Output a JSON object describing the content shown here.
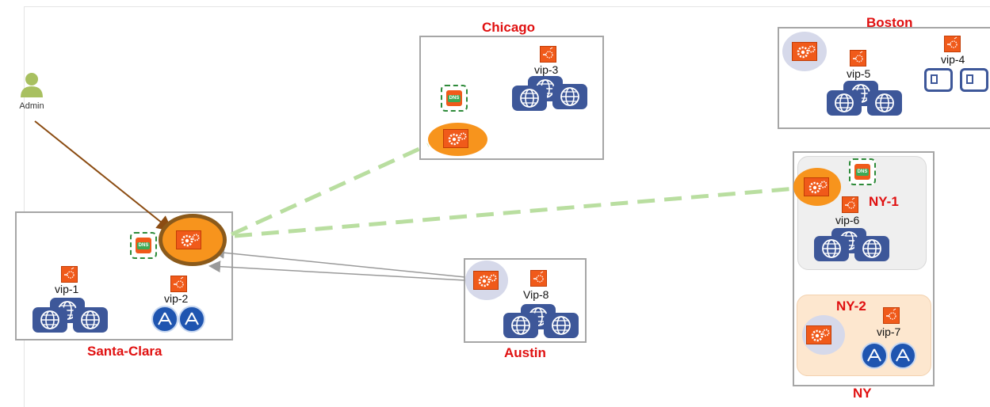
{
  "admin": {
    "label": "Admin",
    "icon": "admin-user-icon"
  },
  "sites": {
    "santa_clara": {
      "title": "Santa-Clara"
    },
    "chicago": {
      "title": "Chicago"
    },
    "boston": {
      "title": "Boston"
    },
    "austin": {
      "title": "Austin"
    },
    "ny": {
      "title": "NY",
      "zones": {
        "ny1": "NY-1",
        "ny2": "NY-2"
      }
    }
  },
  "vips": {
    "vip1": "vip-1",
    "vip2": "vip-2",
    "vip3": "vip-3",
    "vip4": "vip-4",
    "vip5": "vip-5",
    "vip6": "vip-6",
    "vip7": "vip-7",
    "vip8": "Vip-8"
  },
  "dns_label": "DNS",
  "colors": {
    "site_title": "#e01010",
    "controller_orange": "#f05a1a",
    "leader_oval": "#f7941d",
    "leader_ring": "#8b5a1b",
    "server_blue": "#3d5799",
    "gslb_link": "#b9dea0",
    "admin_arrow": "#8b4c12",
    "site_border": "#a6a6a6",
    "dns_border": "#2e8b3a"
  },
  "icons": [
    "controller-gear-icon",
    "vip-icon",
    "dns-icon",
    "globe-server-icon",
    "app-store-icon",
    "window-icon"
  ]
}
